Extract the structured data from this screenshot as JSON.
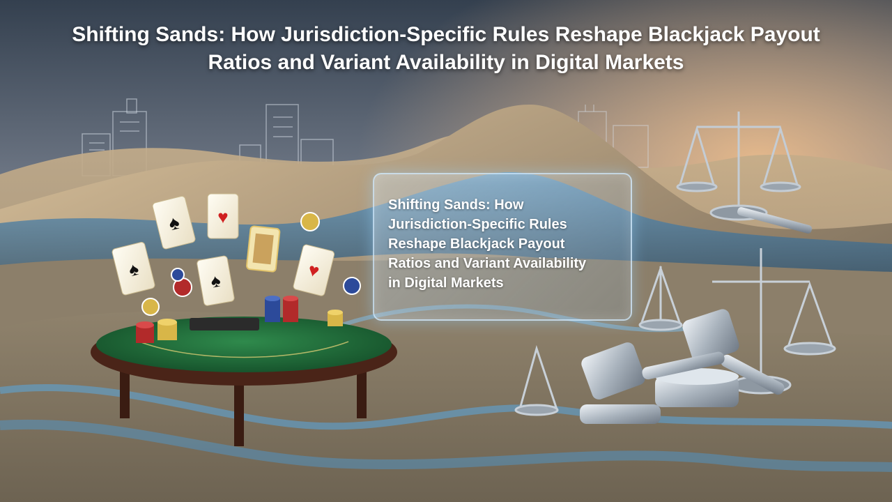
{
  "banner": {
    "title_lines": [
      "Shifting Sands: How Jurisdiction-Specific Rules Reshape Blackjack Payout",
      "Ratios and Variant Availability in Digital Markets"
    ],
    "panel_lines": [
      "Shifting Sands: How",
      "Jurisdiction-Specific Rules",
      "Reshape Blackjack Payout",
      "Ratios and Variant Availability",
      "in Digital Markets"
    ]
  },
  "colors": {
    "sky_top": "#3a4a5c",
    "sky_horizon": "#e9b98a",
    "sand_light": "#cdb48f",
    "sand_dark": "#5a5245",
    "sand_blue": "#4a8fc4",
    "felt": "#1f6b3a",
    "table_wood": "#4a2418",
    "metal": "#c4ccd4"
  },
  "icons": [
    "playing-card-icon",
    "poker-chip-icon",
    "justice-scale-icon",
    "gavel-icon",
    "skyline-icon"
  ]
}
